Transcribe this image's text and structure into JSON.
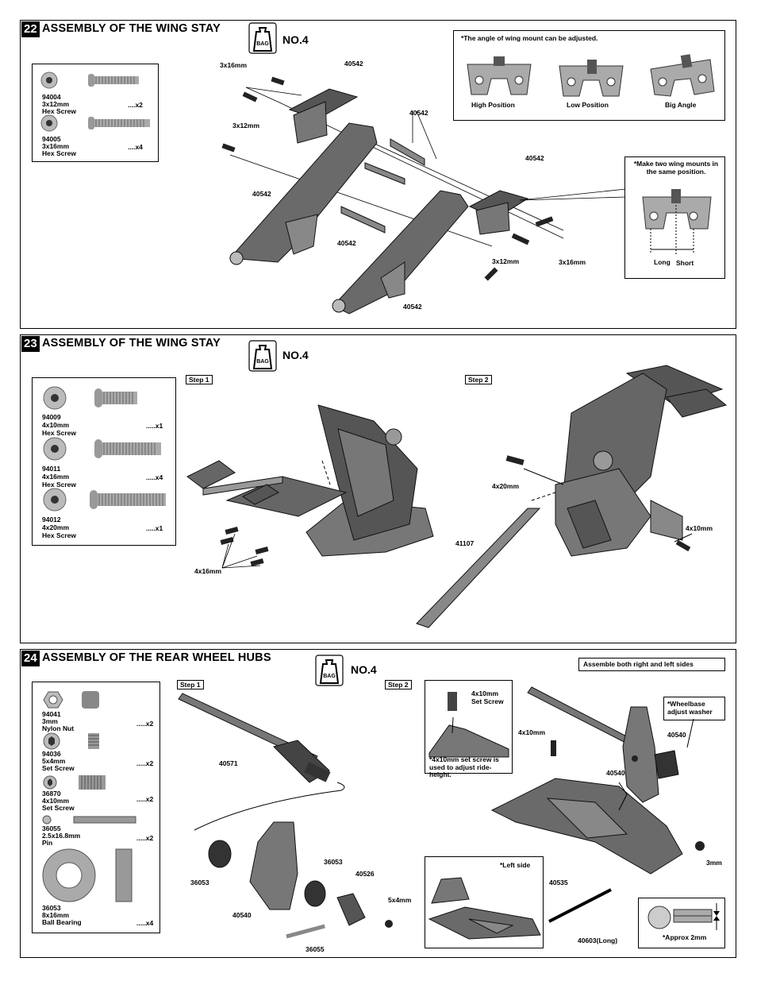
{
  "s22": {
    "num": "22",
    "title": "ASSEMBLY OF THE WING STAY",
    "bag_icon_label": "BAG",
    "bag_no": "NO.4",
    "parts": [
      {
        "code": "94004",
        "size": "3x12mm",
        "name": "Hex Screw",
        "qty": "....x2"
      },
      {
        "code": "94005",
        "size": "3x16mm",
        "name": "Hex Screw",
        "qty": "....x4"
      }
    ],
    "labels": {
      "l1": "3x16mm",
      "l2": "40542",
      "l3": "3x12mm",
      "l4": "40542",
      "l5": "40542",
      "l6": "40542",
      "l7": "40542",
      "l8": "3x12mm",
      "l9": "3x16mm",
      "l10": "40542"
    },
    "note1": {
      "text": "*The angle of wing mount can be adjusted.",
      "pos1": "High Position",
      "pos2": "Low Position",
      "pos3": "Big Angle"
    },
    "note2": {
      "text": "*Make two wing mounts in the same position.",
      "long": "Long",
      "short": "Short"
    }
  },
  "s23": {
    "num": "23",
    "title": "ASSEMBLY OF THE WING STAY",
    "bag_icon_label": "BAG",
    "bag_no": "NO.4",
    "parts": [
      {
        "code": "94009",
        "size": "4x10mm",
        "name": "Hex Screw",
        "qty": ".....x1"
      },
      {
        "code": "94011",
        "size": "4x16mm",
        "name": "Hex Screw",
        "qty": ".....x4"
      },
      {
        "code": "94012",
        "size": "4x20mm",
        "name": "Hex Screw",
        "qty": ".....x1"
      }
    ],
    "step1": "Step 1",
    "step2": "Step 2",
    "labels": {
      "l1": "4x16mm",
      "l2": "4x20mm",
      "l3": "41107",
      "l4": "4x10mm"
    }
  },
  "s24": {
    "num": "24",
    "title": "ASSEMBLY OF THE REAR WHEEL HUBS",
    "bag_icon_label": "BAG",
    "bag_no": "NO.4",
    "note_both": "Assemble both right and left sides",
    "step1": "Step 1",
    "step2": "Step 2",
    "parts": [
      {
        "code": "94041",
        "size": "3mm",
        "name": "Nylon Nut",
        "qty": ".....x2"
      },
      {
        "code": "94036",
        "size": "5x4mm",
        "name": "Set Screw",
        "qty": ".....x2"
      },
      {
        "code": "36870",
        "size": "4x10mm",
        "name": "Set Screw",
        "qty": ".....x2"
      },
      {
        "code": "36055",
        "size": "2.5x16.8mm",
        "name": "Pin",
        "qty": ".....x2"
      },
      {
        "code": "36053",
        "size": "8x16mm",
        "name": "Ball Bearing",
        "qty": ".....x4"
      }
    ],
    "labels": {
      "l1": "40571",
      "l2": "36053",
      "l3": "40540",
      "l4": "36053",
      "l5": "40526",
      "l6": "5x4mm",
      "l7": "36055",
      "l8": "4x10mm",
      "l9": "40540",
      "l10": "40535",
      "l11": "40603(Long)",
      "l12": "3mm",
      "l13": "40540"
    },
    "inset_screw": {
      "title": "4x10mm Set Screw",
      "note": "*4x10mm set screw is used to adjust ride-height."
    },
    "inset_left": "*Left side",
    "inset_washer": "*Wheelbase adjust washer",
    "inset_gap": "*Approx 2mm"
  }
}
